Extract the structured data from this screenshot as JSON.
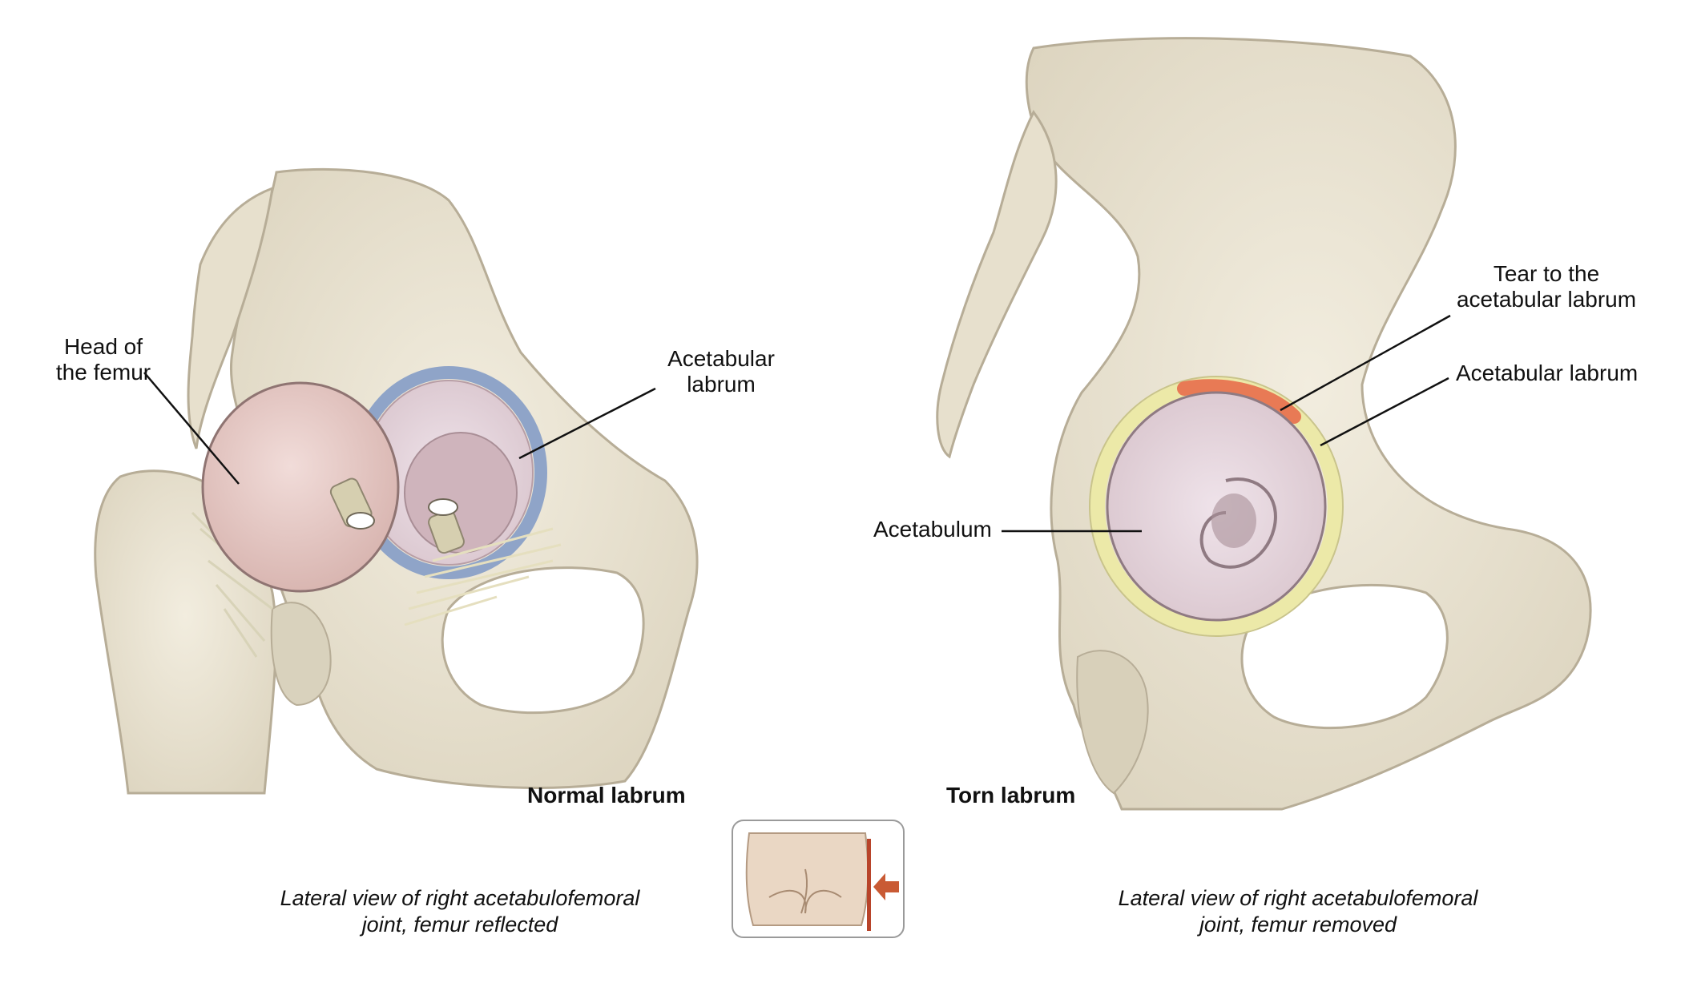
{
  "left_panel": {
    "title": "Normal labrum",
    "label_head_line1": "Head of",
    "label_head_line2": "the femur",
    "label_labrum_line1": "Acetabular",
    "label_labrum_line2": "labrum",
    "caption_line1": "Lateral view of right acetabulofemoral",
    "caption_line2": "joint, femur reflected"
  },
  "right_panel": {
    "title": "Torn labrum",
    "label_tear_line1": "Tear to the",
    "label_tear_line2": "acetabular labrum",
    "label_labrum": "Acetabular labrum",
    "label_acetabulum": "Acetabulum",
    "caption_line1": "Lateral view of right acetabulofemoral",
    "caption_line2": "joint, femur removed"
  },
  "colors": {
    "bone": "#ece6d6",
    "bone_stroke": "#b7ad97",
    "femur_head": "#e9cfcc",
    "labrum_normal": "#8fa4c8",
    "labrum_yellow": "#ece9a8",
    "tear": "#e87a55",
    "arrow": "#b8442a"
  }
}
